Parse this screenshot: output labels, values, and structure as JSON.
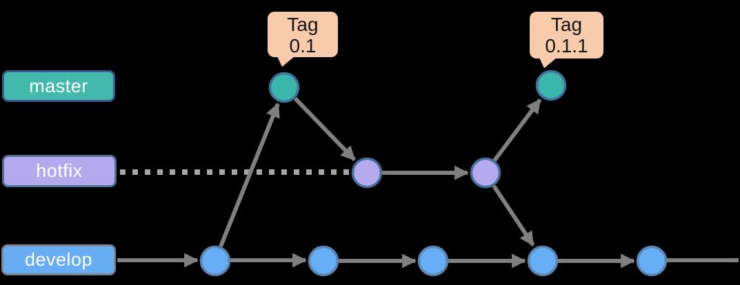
{
  "diagram_type": "git-branching-flow",
  "branches": [
    {
      "id": "master",
      "label": "master"
    },
    {
      "id": "hotfix",
      "label": "hotfix"
    },
    {
      "id": "develop",
      "label": "develop"
    }
  ],
  "tags": [
    {
      "line1": "Tag",
      "line2": "0.1",
      "attached_to": "master-commit-1"
    },
    {
      "line1": "Tag",
      "line2": "0.1.1",
      "attached_to": "master-commit-2"
    }
  ],
  "structure": {
    "commit_counts": {
      "master": 2,
      "hotfix": 2,
      "develop": 5
    },
    "edges": [
      "develop-label -> develop-commit-1",
      "develop-commit-1 -> develop-commit-2",
      "develop-commit-2 -> develop-commit-3",
      "develop-commit-3 -> develop-commit-4",
      "develop-commit-4 -> develop-commit-5",
      "develop-commit-5 -> (continues right)",
      "develop-commit-1 -> master-commit-1",
      "master-commit-1 -> hotfix-commit-1",
      "hotfix-commit-1 -> hotfix-commit-2",
      "hotfix-commit-2 -> master-commit-2",
      "hotfix-commit-2 -> develop-commit-4",
      "hotfix-label ..dotted.. hotfix-commit-1"
    ]
  },
  "colors": {
    "background": "#000000",
    "master_label_fill": "#43b9ae",
    "master_label_border": "#3c5a8a",
    "hotfix_label_fill": "#b3a9ec",
    "hotfix_label_border": "#4f7191",
    "develop_label_fill": "#68acf3",
    "develop_label_border": "#7c8793",
    "commit_teal": "#3bb6ad",
    "commit_purple": "#b6aaee",
    "commit_blue": "#66aef5",
    "commit_border": "#41719c",
    "commit_border_develop": "#5b84ae",
    "tag_fill": "#f8cbad",
    "tag_text": "#141414",
    "arrow": "#7f7f7f",
    "dotted_line": "#a6a6a6",
    "label_text": "#ffffff"
  }
}
